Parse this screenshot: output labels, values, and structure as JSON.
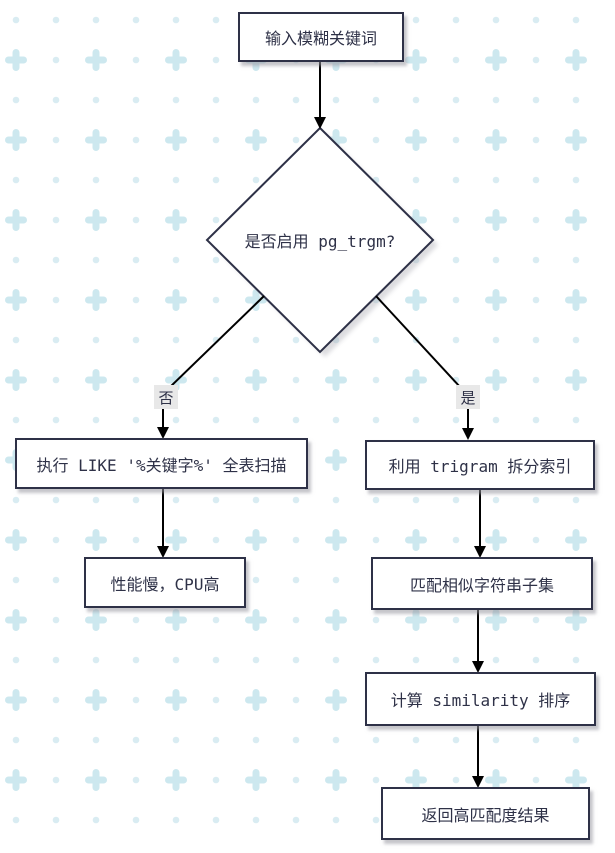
{
  "diagram": {
    "type": "flowchart",
    "direction": "top-down",
    "nodes": [
      {
        "id": "input",
        "shape": "rect",
        "label": "输入模糊关键词"
      },
      {
        "id": "decision",
        "shape": "diamond",
        "label": "是否启用 pg_trgm?"
      },
      {
        "id": "like_scan",
        "shape": "rect",
        "label": "执行 LIKE '%关键字%' 全表扫描"
      },
      {
        "id": "slow_cpu",
        "shape": "rect",
        "label": "性能慢，CPU高"
      },
      {
        "id": "trigram_index",
        "shape": "rect",
        "label": "利用 trigram 拆分索引"
      },
      {
        "id": "match_subset",
        "shape": "rect",
        "label": "匹配相似字符串子集"
      },
      {
        "id": "similarity_sort",
        "shape": "rect",
        "label": "计算 similarity 排序"
      },
      {
        "id": "return_results",
        "shape": "rect",
        "label": "返回高匹配度结果"
      }
    ],
    "edges": [
      {
        "from": "input",
        "to": "decision",
        "label": ""
      },
      {
        "from": "decision",
        "to": "like_scan",
        "label": "否"
      },
      {
        "from": "like_scan",
        "to": "slow_cpu",
        "label": ""
      },
      {
        "from": "decision",
        "to": "trigram_index",
        "label": "是"
      },
      {
        "from": "trigram_index",
        "to": "match_subset",
        "label": ""
      },
      {
        "from": "match_subset",
        "to": "similarity_sort",
        "label": ""
      },
      {
        "from": "similarity_sort",
        "to": "return_results",
        "label": ""
      }
    ],
    "colors": {
      "node_border": "#2e3147",
      "node_fill": "#ffffff",
      "text": "#2e3147",
      "arrow": "#000000",
      "edge_label_bg": "#e8e8e8",
      "pattern_dot": "#d9ecf2",
      "pattern_plus": "#cde8ef",
      "shadow": "#9a9aa2"
    }
  }
}
